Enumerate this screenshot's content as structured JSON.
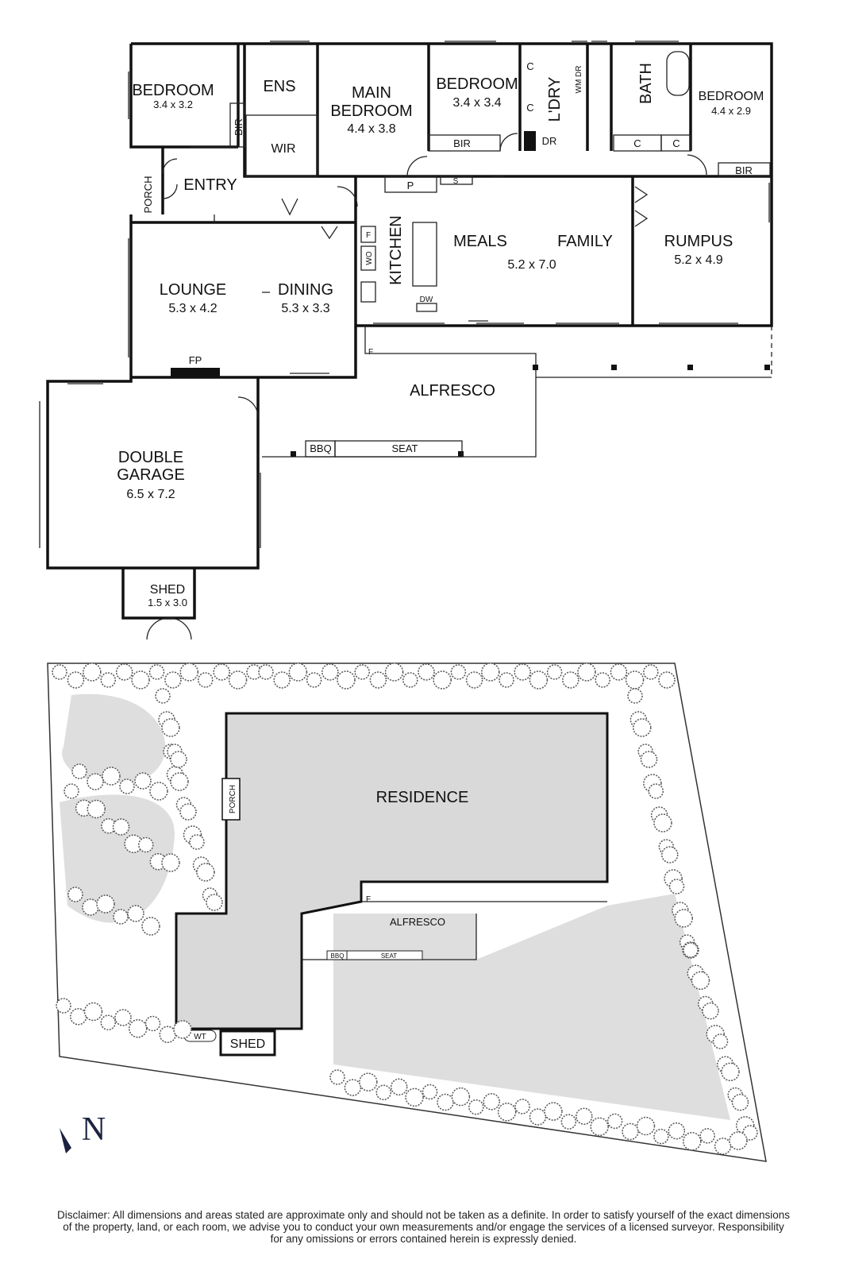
{
  "floorplan": {
    "rooms": {
      "bedroom1": {
        "name": "BEDROOM",
        "dims": "3.4 x 3.2"
      },
      "ens": {
        "name": "ENS"
      },
      "wir": {
        "name": "WIR"
      },
      "bir1": {
        "name": "BIR"
      },
      "main_bedroom": {
        "name_line1": "MAIN",
        "name_line2": "BEDROOM",
        "dims": "4.4 x 3.8"
      },
      "bedroom2": {
        "name": "BEDROOM",
        "dims": "3.4 x 3.4"
      },
      "bir2": {
        "name": "BIR"
      },
      "laundry": {
        "name": "L'DRY"
      },
      "wm_dr": {
        "name": "WM DR"
      },
      "dr": {
        "name": "DR"
      },
      "c1": {
        "name": "C"
      },
      "c2": {
        "name": "C"
      },
      "bath": {
        "name": "BATH"
      },
      "c3": {
        "name": "C"
      },
      "c4": {
        "name": "C"
      },
      "bedroom3": {
        "name": "BEDROOM",
        "dims": "4.4 x 2.9"
      },
      "bir3": {
        "name": "BIR"
      },
      "porch": {
        "name": "PORCH"
      },
      "entry": {
        "name": "ENTRY"
      },
      "pantry": {
        "name": "P"
      },
      "s": {
        "name": "S"
      },
      "kitchen": {
        "name": "KITCHEN"
      },
      "fridge": {
        "name": "F"
      },
      "wall_oven": {
        "name": "WO"
      },
      "dw": {
        "name": "DW"
      },
      "meals": {
        "name": "MEALS"
      },
      "family": {
        "name": "FAMILY",
        "dims": "5.2 x 7.0"
      },
      "rumpus": {
        "name": "RUMPUS",
        "dims": "5.2 x 4.9"
      },
      "lounge": {
        "name": "LOUNGE",
        "dims": "5.3 x 4.2"
      },
      "dining": {
        "name": "DINING",
        "dims": "5.3 x 3.3"
      },
      "fp": {
        "name": "FP"
      },
      "alfresco_fridge": {
        "name": "F"
      },
      "alfresco": {
        "name": "ALFRESCO"
      },
      "bbq": {
        "name": "BBQ"
      },
      "seat": {
        "name": "SEAT"
      },
      "garage": {
        "name_line1": "DOUBLE",
        "name_line2": "GARAGE",
        "dims": "6.5 x 7.2"
      },
      "shed": {
        "name": "SHED",
        "dims": "1.5 x 3.0"
      }
    }
  },
  "siteplan": {
    "residence": "RESIDENCE",
    "porch": "PORCH",
    "alfresco": "ALFRESCO",
    "fridge": "F",
    "bbq": "BBQ",
    "seat": "SEAT",
    "wt": "WT",
    "shed": "SHED",
    "north": "N",
    "colors": {
      "building": "#d9d9d9",
      "lawn": "#dedede",
      "tree": "#555555"
    }
  },
  "disclaimer": {
    "line1": "Disclaimer: All dimensions and areas stated are approximate only and should not be taken as a definite. In order to satisfy yourself of the exact dimensions",
    "line2": "of the property, land, or each room, we advise you to conduct your own measurements and/or engage the services of a licensed surveyor. Responsibility",
    "line3": "for any omissions or errors contained herein is expressly denied."
  }
}
